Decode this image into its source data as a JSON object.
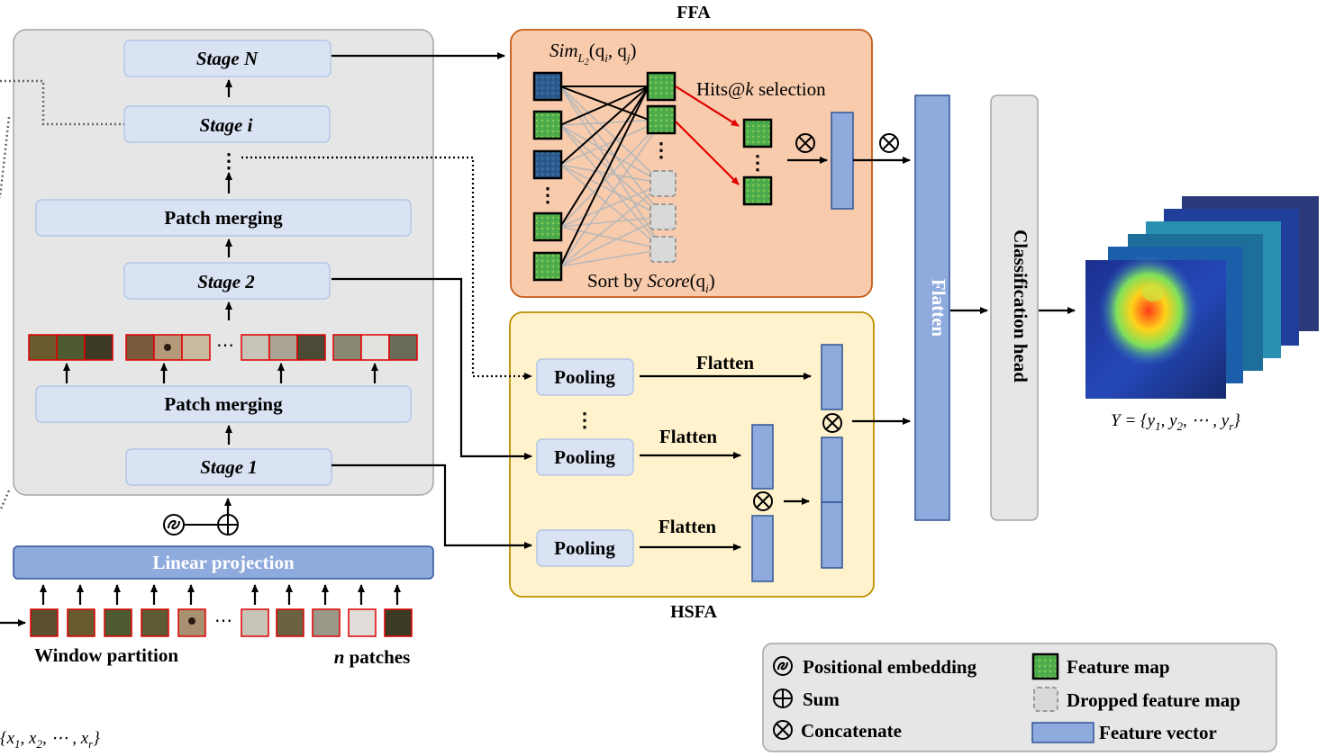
{
  "ffa": {
    "title": "FFA",
    "sim_prefix": "Sim",
    "sim_sub": "L",
    "sim_subsub": "2",
    "sim_args": "(q",
    "sim_i": "i",
    "sim_comma": ", q",
    "sim_j": "j",
    "sim_close": ")",
    "hits_pre": "Hits@",
    "hits_k": "k",
    "hits_post": " selection",
    "sort_pre": "Sort by ",
    "sort_score": "Score",
    "sort_args": "(q",
    "sort_i": "i",
    "sort_close": ")"
  },
  "hsfa": {
    "title": "HSFA",
    "pooling_label": "Pooling",
    "flatten_label": "Flatten"
  },
  "backbone": {
    "stage_n": "Stage N",
    "stage_i": "Stage i",
    "stage_2": "Stage 2",
    "stage_1": "Stage 1",
    "patch_merging": "Patch merging",
    "ellipsis": "⋯",
    "vdots": "⋮"
  },
  "input": {
    "linear_projection": "Linear projection",
    "window_partition": "Window partition",
    "n_patches_n": "n",
    "n_patches_rest": " patches",
    "x_set": "{x",
    "x_1": "1",
    "x_sep1": ", x",
    "x_2": "2",
    "x_sep2": ", ⋯ , x",
    "x_r": "r",
    "x_close": "}"
  },
  "head": {
    "flatten": "Flatten",
    "classification_head": "Classification head",
    "y_pre": "Y = {y",
    "y_1": "1",
    "y_sep1": ", y",
    "y_2": "2",
    "y_sep2": ", ⋯ , y",
    "y_r": "r",
    "y_close": "}"
  },
  "legend": {
    "positional_embedding": "Positional embedding",
    "sum": "Sum",
    "concatenate": "Concatenate",
    "feature_map": "Feature map",
    "dropped_feature_map": "Dropped feature map",
    "feature_vector": "Feature vector"
  },
  "colors": {
    "backbone_bg": "#e6e6e6",
    "stage_fill": "#dae3f3",
    "ffa_bg": "#f8cbad",
    "ffa_border": "#c55a11",
    "hsfa_bg": "#fff2cc",
    "hsfa_border": "#bf9000",
    "vector_fill": "#8faadc",
    "vector_border": "#2f5597",
    "head_fill": "#e7e6e6",
    "select_red": "#e00000"
  },
  "icons": [
    "positional-embedding-icon",
    "sum-icon",
    "concatenate-icon",
    "feature-map-icon",
    "dropped-feature-map-icon",
    "feature-vector-icon",
    "arrow-icon"
  ]
}
